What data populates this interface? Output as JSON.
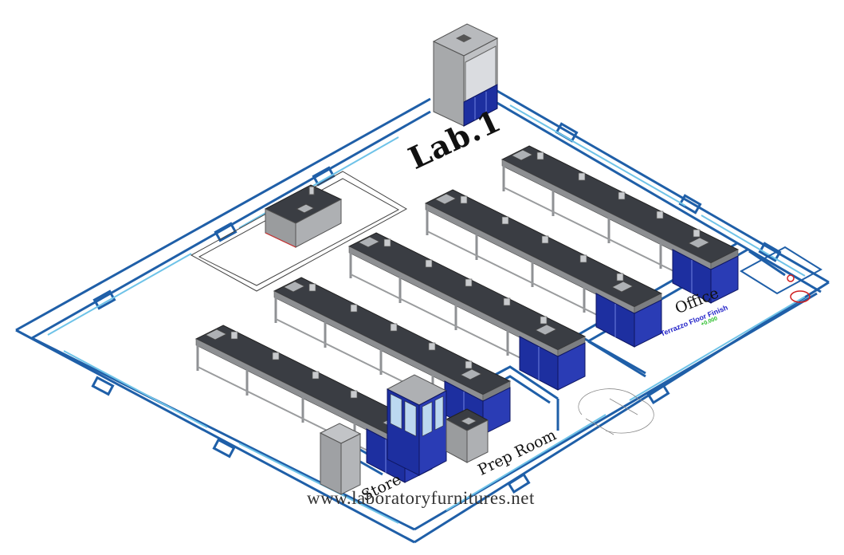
{
  "rooms": {
    "lab": "Lab.1",
    "office": "Office",
    "office_floor": "Terrazzo Floor Finish",
    "office_level": "+0.000",
    "prep": "Prep Room",
    "store": "Store"
  },
  "watermark": "www.laboratoryfurnitures.net",
  "colors": {
    "wall": "#1f5fa8",
    "glazing": "#6fc3e8",
    "bench_top": "#3b3e44",
    "bench_frame": "#9a9c9e",
    "cabinet": "#1d2fa0",
    "fume_body": "#a7a9ab"
  },
  "icons": [
    "sink-icon",
    "faucet-icon",
    "toilet-icon",
    "door-swing-icon"
  ]
}
